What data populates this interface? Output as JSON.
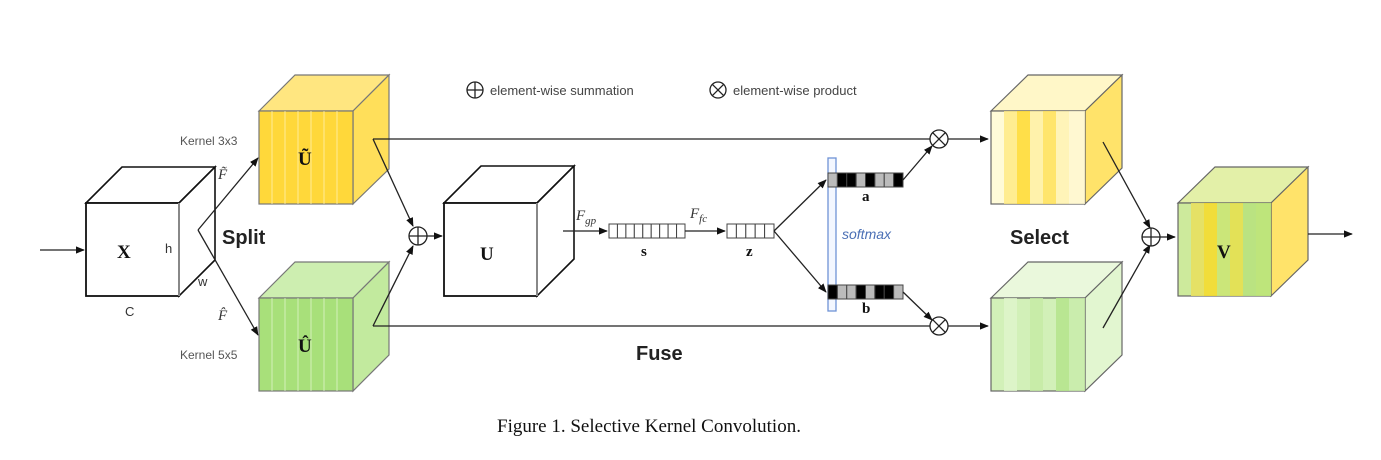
{
  "legend": {
    "summation": "element-wise summation",
    "product": "element-wise product"
  },
  "input": {
    "label": "X",
    "dim_h": "h",
    "dim_w": "w",
    "dim_c": "C"
  },
  "split": {
    "stage_label": "Split",
    "branch_top": {
      "kernel": "Kernel 3x3",
      "transform": "F̃",
      "output": "Ũ",
      "color": "#ffd83a"
    },
    "branch_bottom": {
      "kernel": "Kernel 5x5",
      "transform": "F̂",
      "output": "Û",
      "color": "#a8e07a"
    }
  },
  "fuse": {
    "stage_label": "Fuse",
    "sum_label": "U",
    "gp_op": "F_gp",
    "gp_op_main": "F",
    "gp_op_sub": "gp",
    "s_label": "s",
    "fc_op_main": "F",
    "fc_op_sub": "fc",
    "z_label": "z"
  },
  "select": {
    "stage_label": "Select",
    "softmax_label": "softmax",
    "a_label": "a",
    "b_label": "b",
    "a_cells": [
      "#bbbbbb",
      "#000000",
      "#000000",
      "#bbbbbb",
      "#000000",
      "#bbbbbb",
      "#bbbbbb",
      "#000000"
    ],
    "b_cells": [
      "#000000",
      "#bbbbbb",
      "#bbbbbb",
      "#000000",
      "#bbbbbb",
      "#000000",
      "#000000",
      "#bbbbbb"
    ],
    "softmax_color": "#6f93d6",
    "output_label": "V"
  },
  "caption": "Figure 1. Selective Kernel Convolution."
}
